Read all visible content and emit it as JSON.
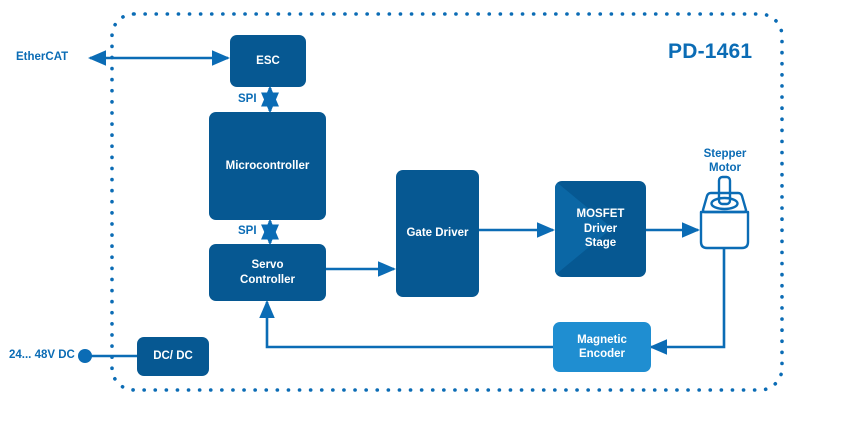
{
  "diagram": {
    "title": "PD-1461",
    "accent_color": "#0b6cb5",
    "box_dark_color": "#065892",
    "box_light_color": "#1f8ed1",
    "boundary_style": "dotted-rounded-rectangle"
  },
  "external_labels": {
    "ethercat": "EtherCAT",
    "power": "24... 48V DC",
    "stepper_motor": "Stepper\nMotor",
    "stepper_motor_line1": "Stepper",
    "stepper_motor_line2": "Motor"
  },
  "blocks": [
    {
      "id": "esc",
      "label": "ESC",
      "color": "#065892"
    },
    {
      "id": "microcontroller",
      "label": "Microcontroller",
      "color": "#065892"
    },
    {
      "id": "servo_controller",
      "label": "Servo\nController",
      "line1": "Servo",
      "line2": "Controller",
      "color": "#065892"
    },
    {
      "id": "gate_driver",
      "label": "Gate Driver",
      "color": "#065892"
    },
    {
      "id": "mosfet_driver_stage",
      "label": "MOSFET\nDriver\nStage",
      "line1": "MOSFET",
      "line2": "Driver",
      "line3": "Stage",
      "color": "#065892"
    },
    {
      "id": "magnetic_encoder",
      "label": "Magnetic\nEncoder",
      "line1": "Magnetic",
      "line2": "Encoder",
      "color": "#1f8ed1"
    },
    {
      "id": "dc_dc",
      "label": "DC/ DC",
      "color": "#065892"
    }
  ],
  "bus_labels": {
    "spi_upper": "SPI",
    "spi_lower": "SPI"
  },
  "connections": [
    {
      "from": "ethercat",
      "to": "esc",
      "type": "bidirectional"
    },
    {
      "from": "esc",
      "to": "microcontroller",
      "label": "SPI",
      "type": "bidirectional"
    },
    {
      "from": "microcontroller",
      "to": "servo_controller",
      "label": "SPI",
      "type": "bidirectional"
    },
    {
      "from": "servo_controller",
      "to": "gate_driver",
      "type": "directed"
    },
    {
      "from": "gate_driver",
      "to": "mosfet_driver_stage",
      "type": "directed"
    },
    {
      "from": "mosfet_driver_stage",
      "to": "stepper_motor",
      "type": "directed"
    },
    {
      "from": "stepper_motor",
      "to": "magnetic_encoder",
      "type": "directed"
    },
    {
      "from": "magnetic_encoder",
      "to": "servo_controller",
      "type": "directed"
    },
    {
      "from": "power",
      "to": "dc_dc",
      "type": "plain"
    }
  ],
  "icons": {
    "stepper_motor": "stepper-motor-icon",
    "power_terminal": "power-terminal-dot-icon"
  }
}
